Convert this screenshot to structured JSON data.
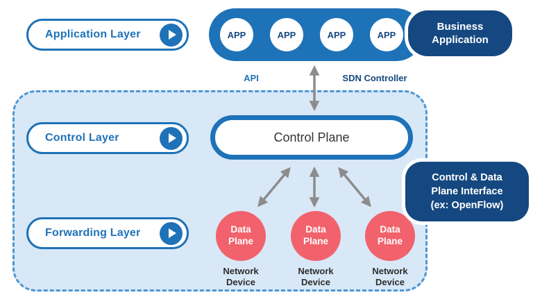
{
  "colors": {
    "primary_blue": "#1E72B8",
    "navy": "#154880",
    "container_fill": "#D8E8F7",
    "container_dashed_border": "#4D96D2",
    "data_plane_red": "#F2626C",
    "arrow_gray": "#8C8C8C"
  },
  "layers": {
    "application": "Application Layer",
    "control": "Control Layer",
    "forwarding": "Forwarding Layer"
  },
  "app_bar": {
    "apps": [
      "APP",
      "APP",
      "APP",
      "APP"
    ]
  },
  "badges": {
    "business_application": "Business\nApplication",
    "interface": "Control & Data\nPlane Interface\n(ex: OpenFlow)"
  },
  "annotations": {
    "api": "API",
    "sdn_controller": "SDN Controller"
  },
  "control_plane": {
    "label": "Control Plane"
  },
  "devices": [
    {
      "plane": "Data\nPlane",
      "device": "Network\nDevice"
    },
    {
      "plane": "Data\nPlane",
      "device": "Network\nDevice"
    },
    {
      "plane": "Data\nPlane",
      "device": "Network\nDevice"
    }
  ]
}
